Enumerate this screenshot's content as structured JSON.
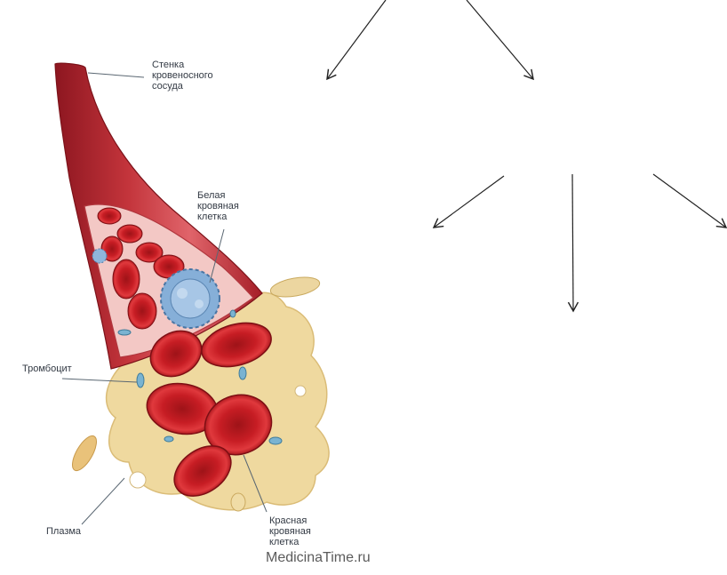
{
  "labels": {
    "vessel_wall": [
      "Стенка",
      "кровеносного",
      "сосуда"
    ],
    "white_cell": [
      "Белая",
      "кровяная",
      "клетка"
    ],
    "platelet": [
      "Тромбоцит"
    ],
    "plasma": [
      "Плазма"
    ],
    "red_cell": [
      "Красная",
      "кровяная",
      "клетка"
    ]
  },
  "watermark": "MedicinaTime.ru",
  "colors": {
    "vessel": "#b3212b",
    "vessel_light": "#d9545a",
    "red_cell": "#c91d23",
    "red_cell_center": "#a3141a",
    "white_cell": "#7ea9d4",
    "platelet": "#6fa8c9",
    "plasma": "#efd79a",
    "arrow": "#222222"
  }
}
